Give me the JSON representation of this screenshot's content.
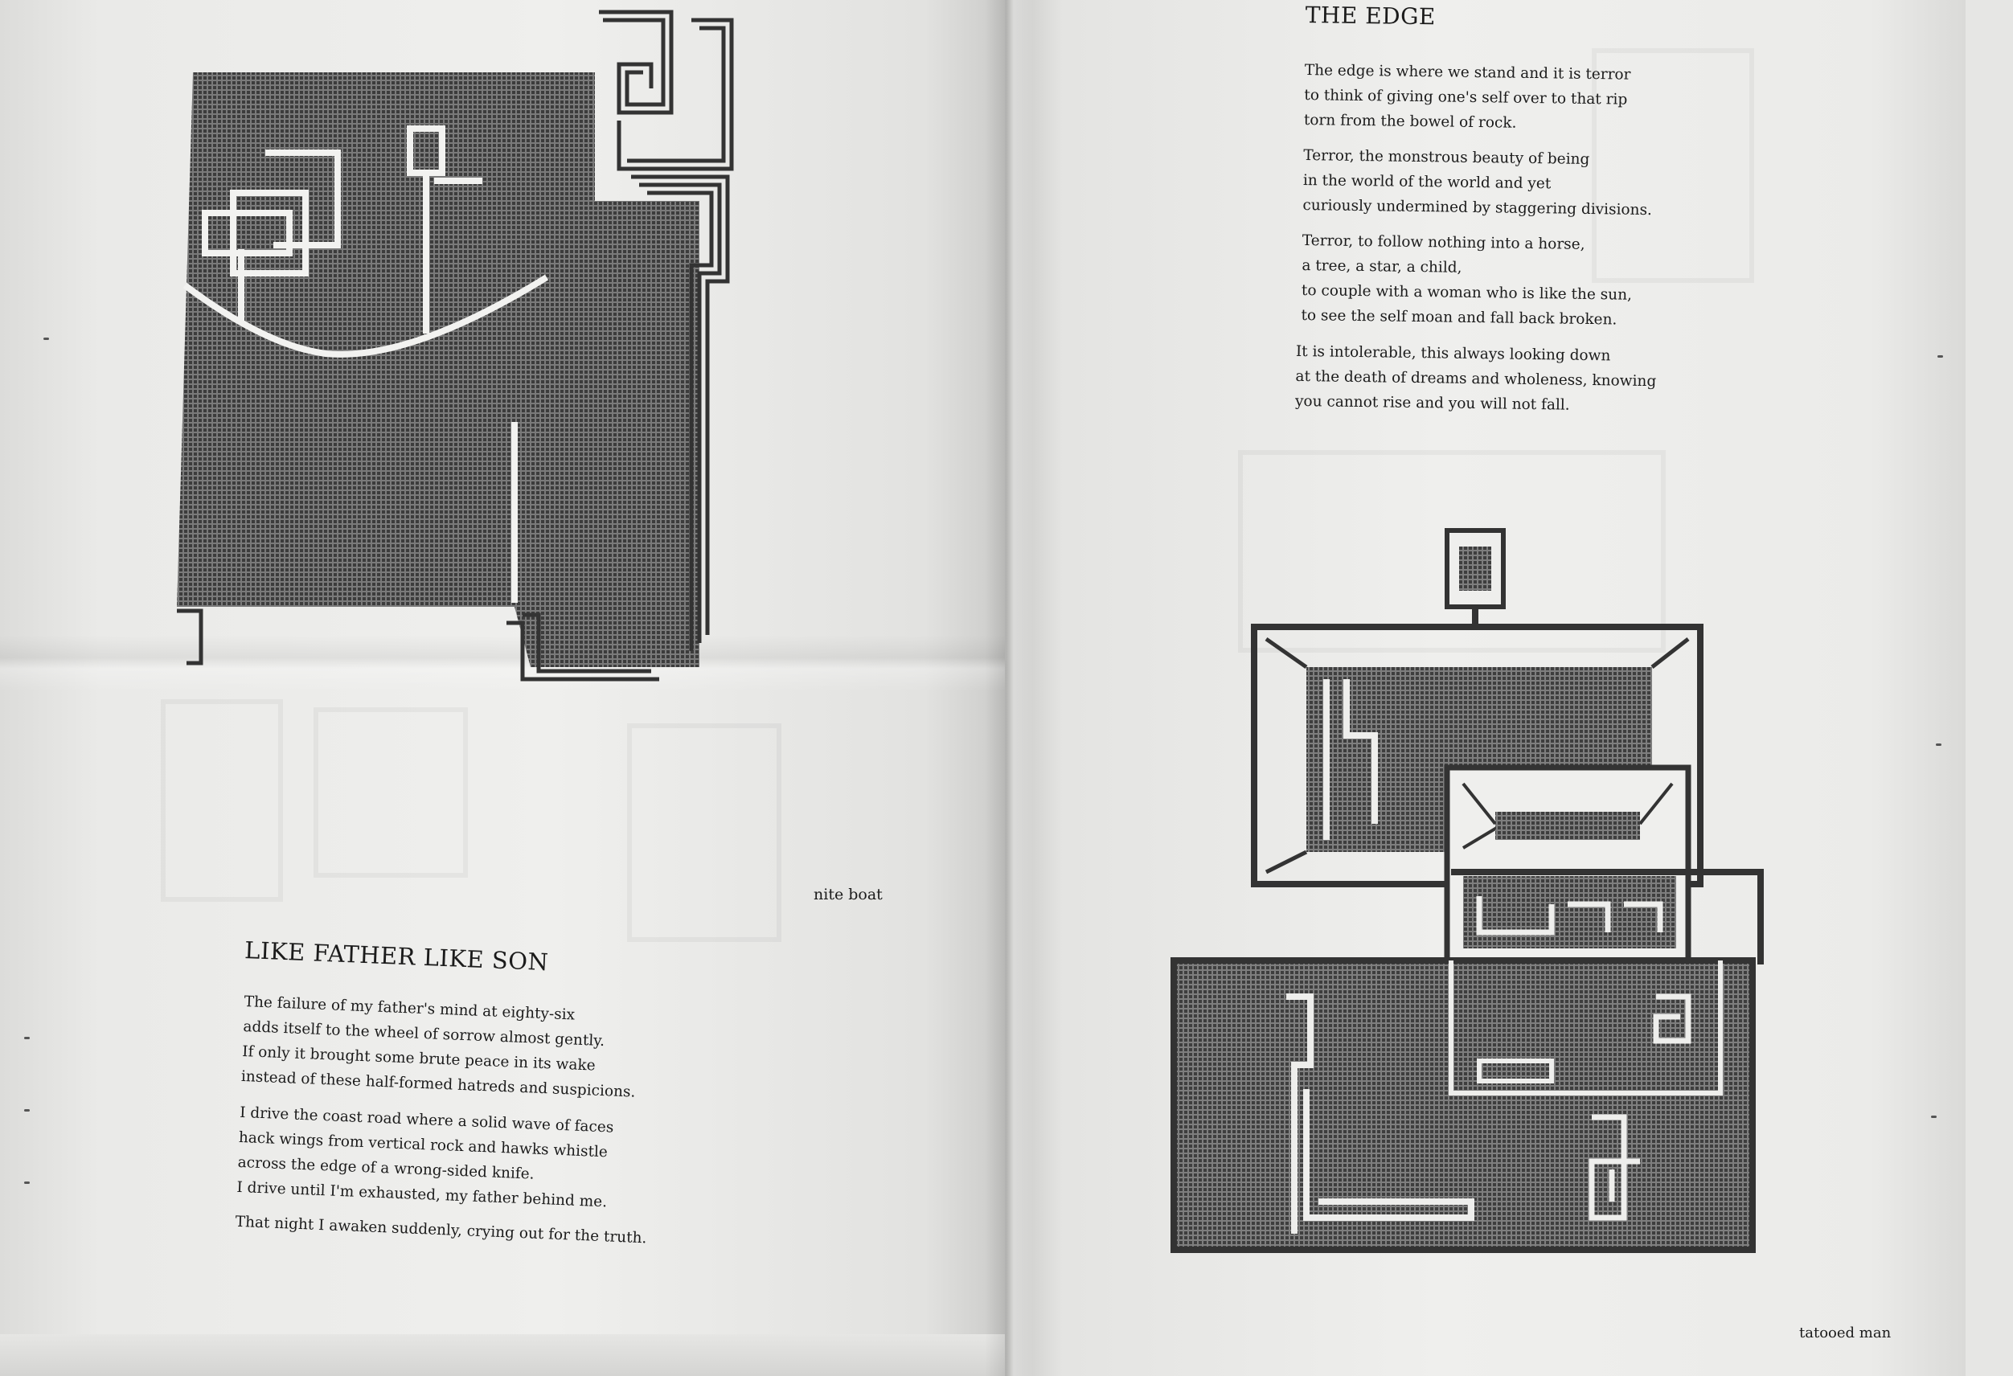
{
  "left_page": {
    "art_caption": "nite boat",
    "poem": {
      "title": "LIKE FATHER LIKE SON",
      "stanzas": [
        [
          "The failure of my father's mind at eighty-six",
          "adds itself to the wheel of sorrow almost gently.",
          "If only it brought some brute peace in its wake",
          "instead of these half-formed hatreds and suspicions."
        ],
        [
          "I drive the coast road where a solid wave of faces",
          "hack wings from vertical rock and hawks whistle",
          "across the edge of a wrong-sided knife.",
          "I drive until I'm exhausted, my father behind me."
        ],
        [
          "That night I awaken suddenly, crying out for the truth."
        ]
      ]
    }
  },
  "right_page": {
    "art_caption": "tatooed man",
    "poem": {
      "title": "THE EDGE",
      "stanzas": [
        [
          "The edge is where we stand and it is terror",
          "to think of giving one's self over to that rip",
          "torn from the bowel of rock."
        ],
        [
          "Terror, the monstrous beauty of being",
          "in the world of the world and yet",
          "curiously undermined by staggering divisions."
        ],
        [
          "Terror, to follow nothing into a horse,",
          "a tree, a star, a child,",
          "to couple with a woman who is like the sun,",
          "to see the self moan and fall back broken."
        ],
        [
          "It is intolerable, this always looking down",
          "at the death of dreams and wholeness, knowing",
          "you cannot rise and you will not fall."
        ]
      ]
    }
  },
  "colors": {
    "paper": "#efefed",
    "ink": "#1b1b1b",
    "art_fill": "#555555"
  }
}
